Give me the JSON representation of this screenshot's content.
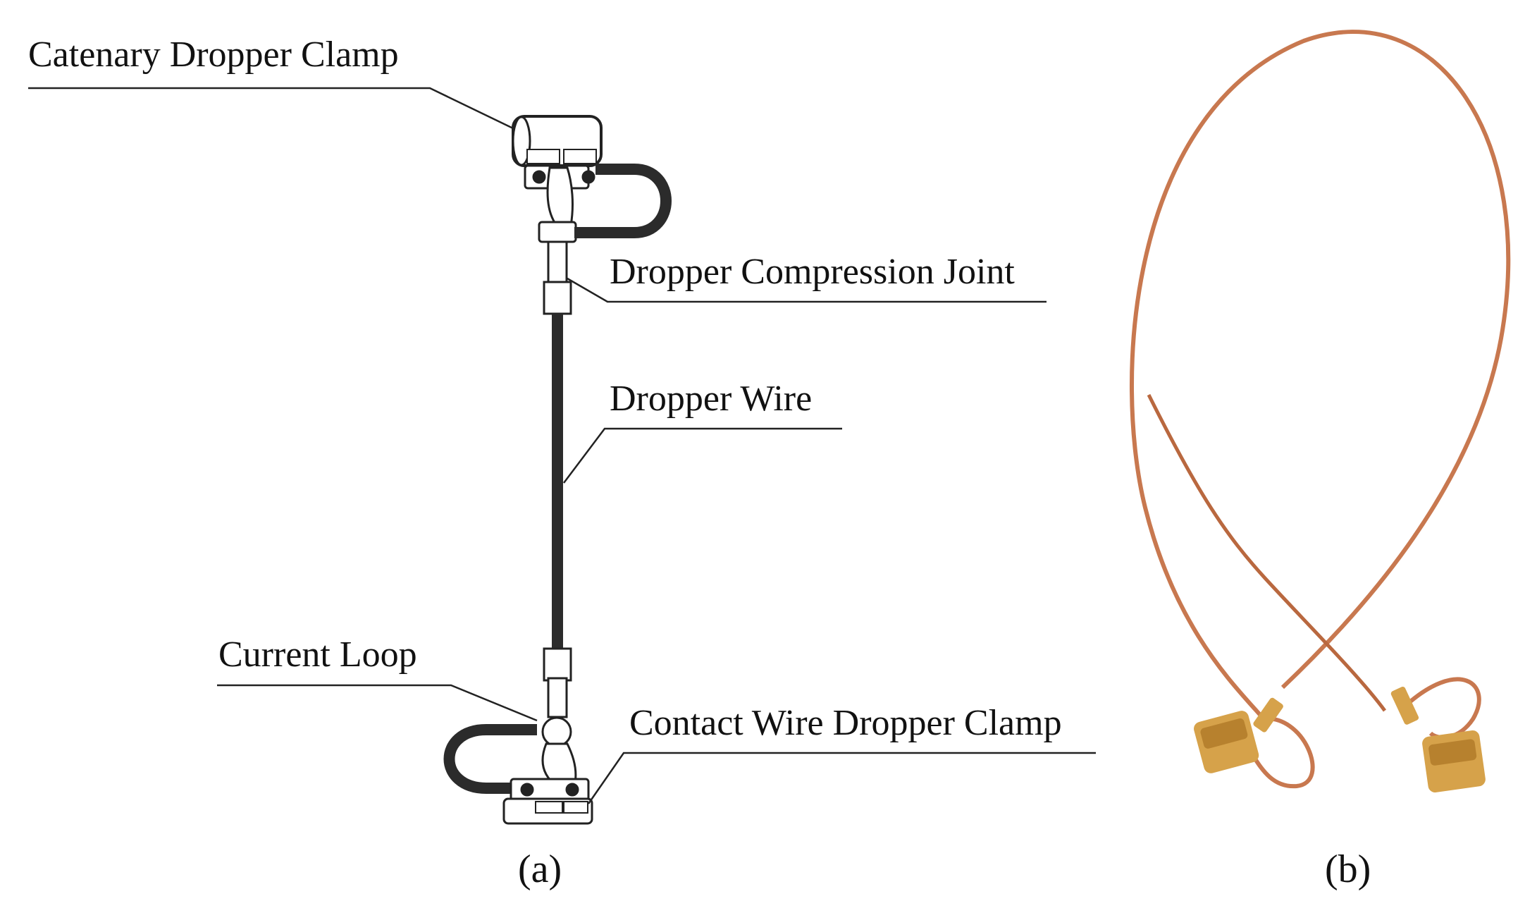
{
  "labels": {
    "catenary_clamp": "Catenary Dropper Clamp",
    "compression_joint": "Dropper Compression Joint",
    "dropper_wire": "Dropper Wire",
    "current_loop": "Current Loop",
    "contact_clamp": "Contact Wire Dropper Clamp"
  },
  "captions": {
    "a": "(a)",
    "b": "(b)"
  },
  "colors": {
    "line": "#222222",
    "copper": "#c8784f",
    "brass": "#d6a24a"
  }
}
